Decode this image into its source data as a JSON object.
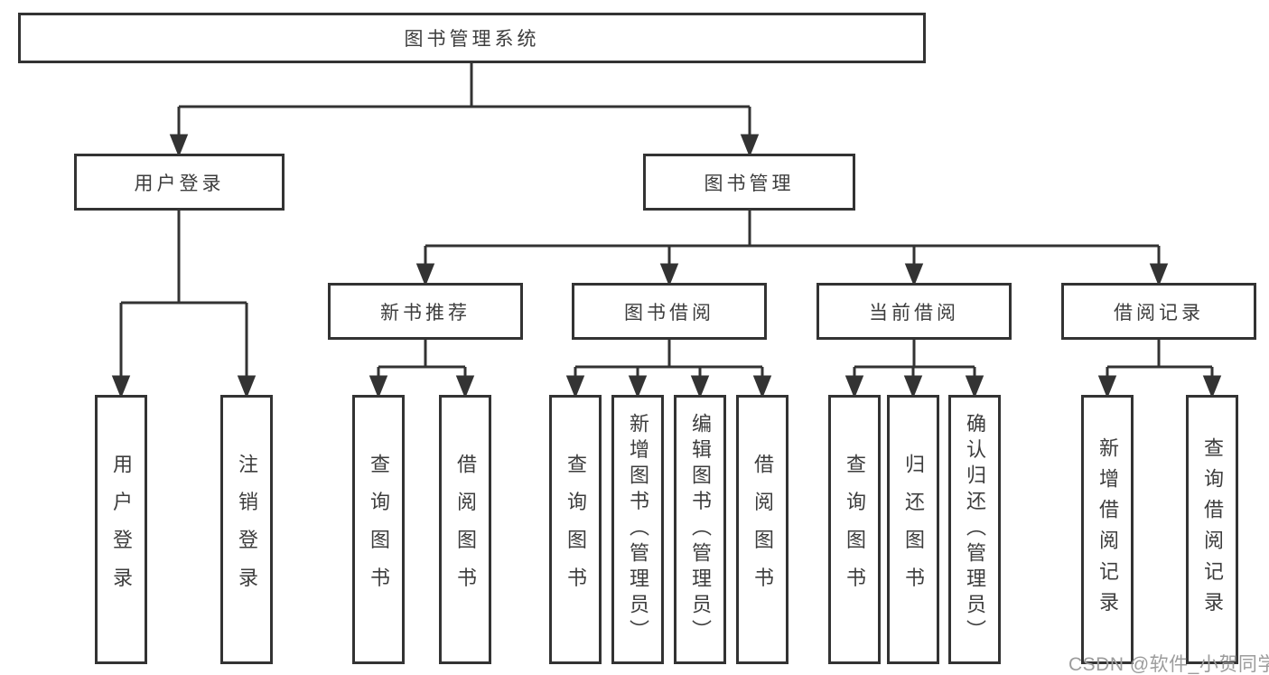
{
  "palette": {
    "line": "#333333",
    "box_border": "#333333",
    "box_background": "#ffffff",
    "text": "#3d3d3d",
    "watermark": "#9c9c9c",
    "page_background": "#ffffff"
  },
  "diagram": {
    "root": {
      "label": "图书管理系统"
    },
    "branches": [
      {
        "label": "用户登录",
        "children": [
          {
            "label": "用户登录"
          },
          {
            "label": "注销登录"
          }
        ]
      },
      {
        "label": "图书管理",
        "children": [
          {
            "label": "新书推荐",
            "children": [
              {
                "label": "查询图书"
              },
              {
                "label": "借阅图书"
              }
            ]
          },
          {
            "label": "图书借阅",
            "children": [
              {
                "label": "查询图书"
              },
              {
                "label": "新增图书（管理员）"
              },
              {
                "label": "编辑图书（管理员）"
              },
              {
                "label": "借阅图书"
              }
            ]
          },
          {
            "label": "当前借阅",
            "children": [
              {
                "label": "查询图书"
              },
              {
                "label": "归还图书"
              },
              {
                "label": "确认归还（管理员）"
              }
            ]
          },
          {
            "label": "借阅记录",
            "children": [
              {
                "label": "新增借阅记录"
              },
              {
                "label": "查询借阅记录"
              }
            ]
          }
        ]
      }
    ]
  },
  "watermark": {
    "text": "CSDN @软件_小贺同学"
  }
}
